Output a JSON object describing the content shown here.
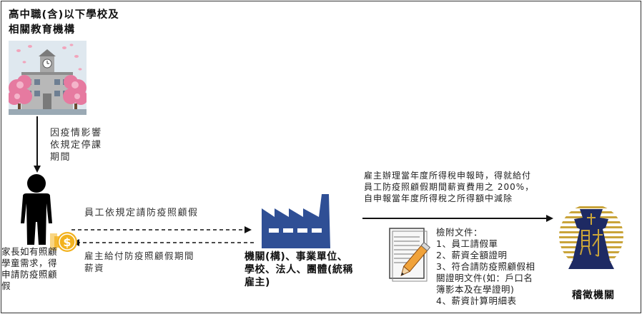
{
  "school": {
    "title_lines": [
      "高中職(含)以下學校及",
      "相關教育機構"
    ],
    "icon": "school-building-cherry-blossom"
  },
  "closure_note": {
    "lines": [
      "因疫情影響",
      "依規定停課",
      "期間"
    ]
  },
  "parent": {
    "icon": "person-icon",
    "coin_icon": "dollar-coin-icon",
    "lines": [
      "家長如有照顧",
      "學童需求，得",
      "申請防疫照顧",
      "假"
    ]
  },
  "leave_request": {
    "text": "員工依規定請防疫照顧假"
  },
  "salary_payment": {
    "lines": [
      "雇主給付防疫照顧假期間",
      "薪資"
    ]
  },
  "employer": {
    "icon": "factory-icon",
    "lines": [
      "機關(構)、事業單位、",
      "學校、法人、團體(統稱",
      "雇主)"
    ]
  },
  "tax_deduction": {
    "lines": [
      "雇主辦理當年度所得稅申報時，得就給付",
      "員工防疫照顧假期間薪資費用之 200%，",
      "自申報當年度所得稅之所得額中減除"
    ]
  },
  "documents": {
    "icon": "document-pencil-icon",
    "lines": [
      "檢附文件：",
      "1、員工請假單",
      "2、薪資全額證明",
      "3、符合請防疫照顧假相",
      "關證明文件(如：戶口名",
      "簿影本及在學證明)",
      "4、薪資計算明細表"
    ]
  },
  "tax_agency": {
    "icon": "tax-agency-emblem",
    "label": "稽徵機關"
  },
  "colors": {
    "factory_blue": "#2f4f95",
    "emblem_navy": "#1e2a63",
    "emblem_gold": "#c9a43a",
    "coin_gold": "#f2b21e"
  }
}
